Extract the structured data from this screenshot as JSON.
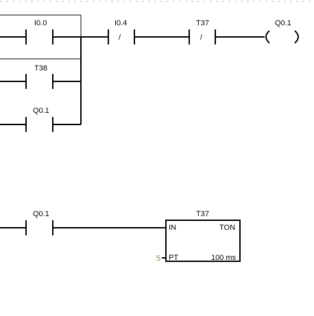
{
  "network1": {
    "contacts": [
      {
        "label": "I0.0",
        "type": "NO"
      },
      {
        "label": "T38",
        "type": "NO"
      },
      {
        "label": "Q0.1",
        "type": "NO"
      },
      {
        "label": "I0.4",
        "type": "NC"
      },
      {
        "label": "T37",
        "type": "NC"
      }
    ],
    "nc_symbol": "/",
    "coil": {
      "label": "Q0.1",
      "symbol_left": "(",
      "symbol_right": ")"
    }
  },
  "network2": {
    "contact": {
      "label": "Q0.1",
      "type": "NO"
    },
    "timer": {
      "name": "T37",
      "type": "TON",
      "in_label": "IN",
      "pt_label": "PT",
      "pt_value": "5",
      "time_base": "100 ms"
    }
  },
  "colors": {
    "wire": "#000000",
    "pt_value": "#7a8a22",
    "background": "#ffffff"
  }
}
